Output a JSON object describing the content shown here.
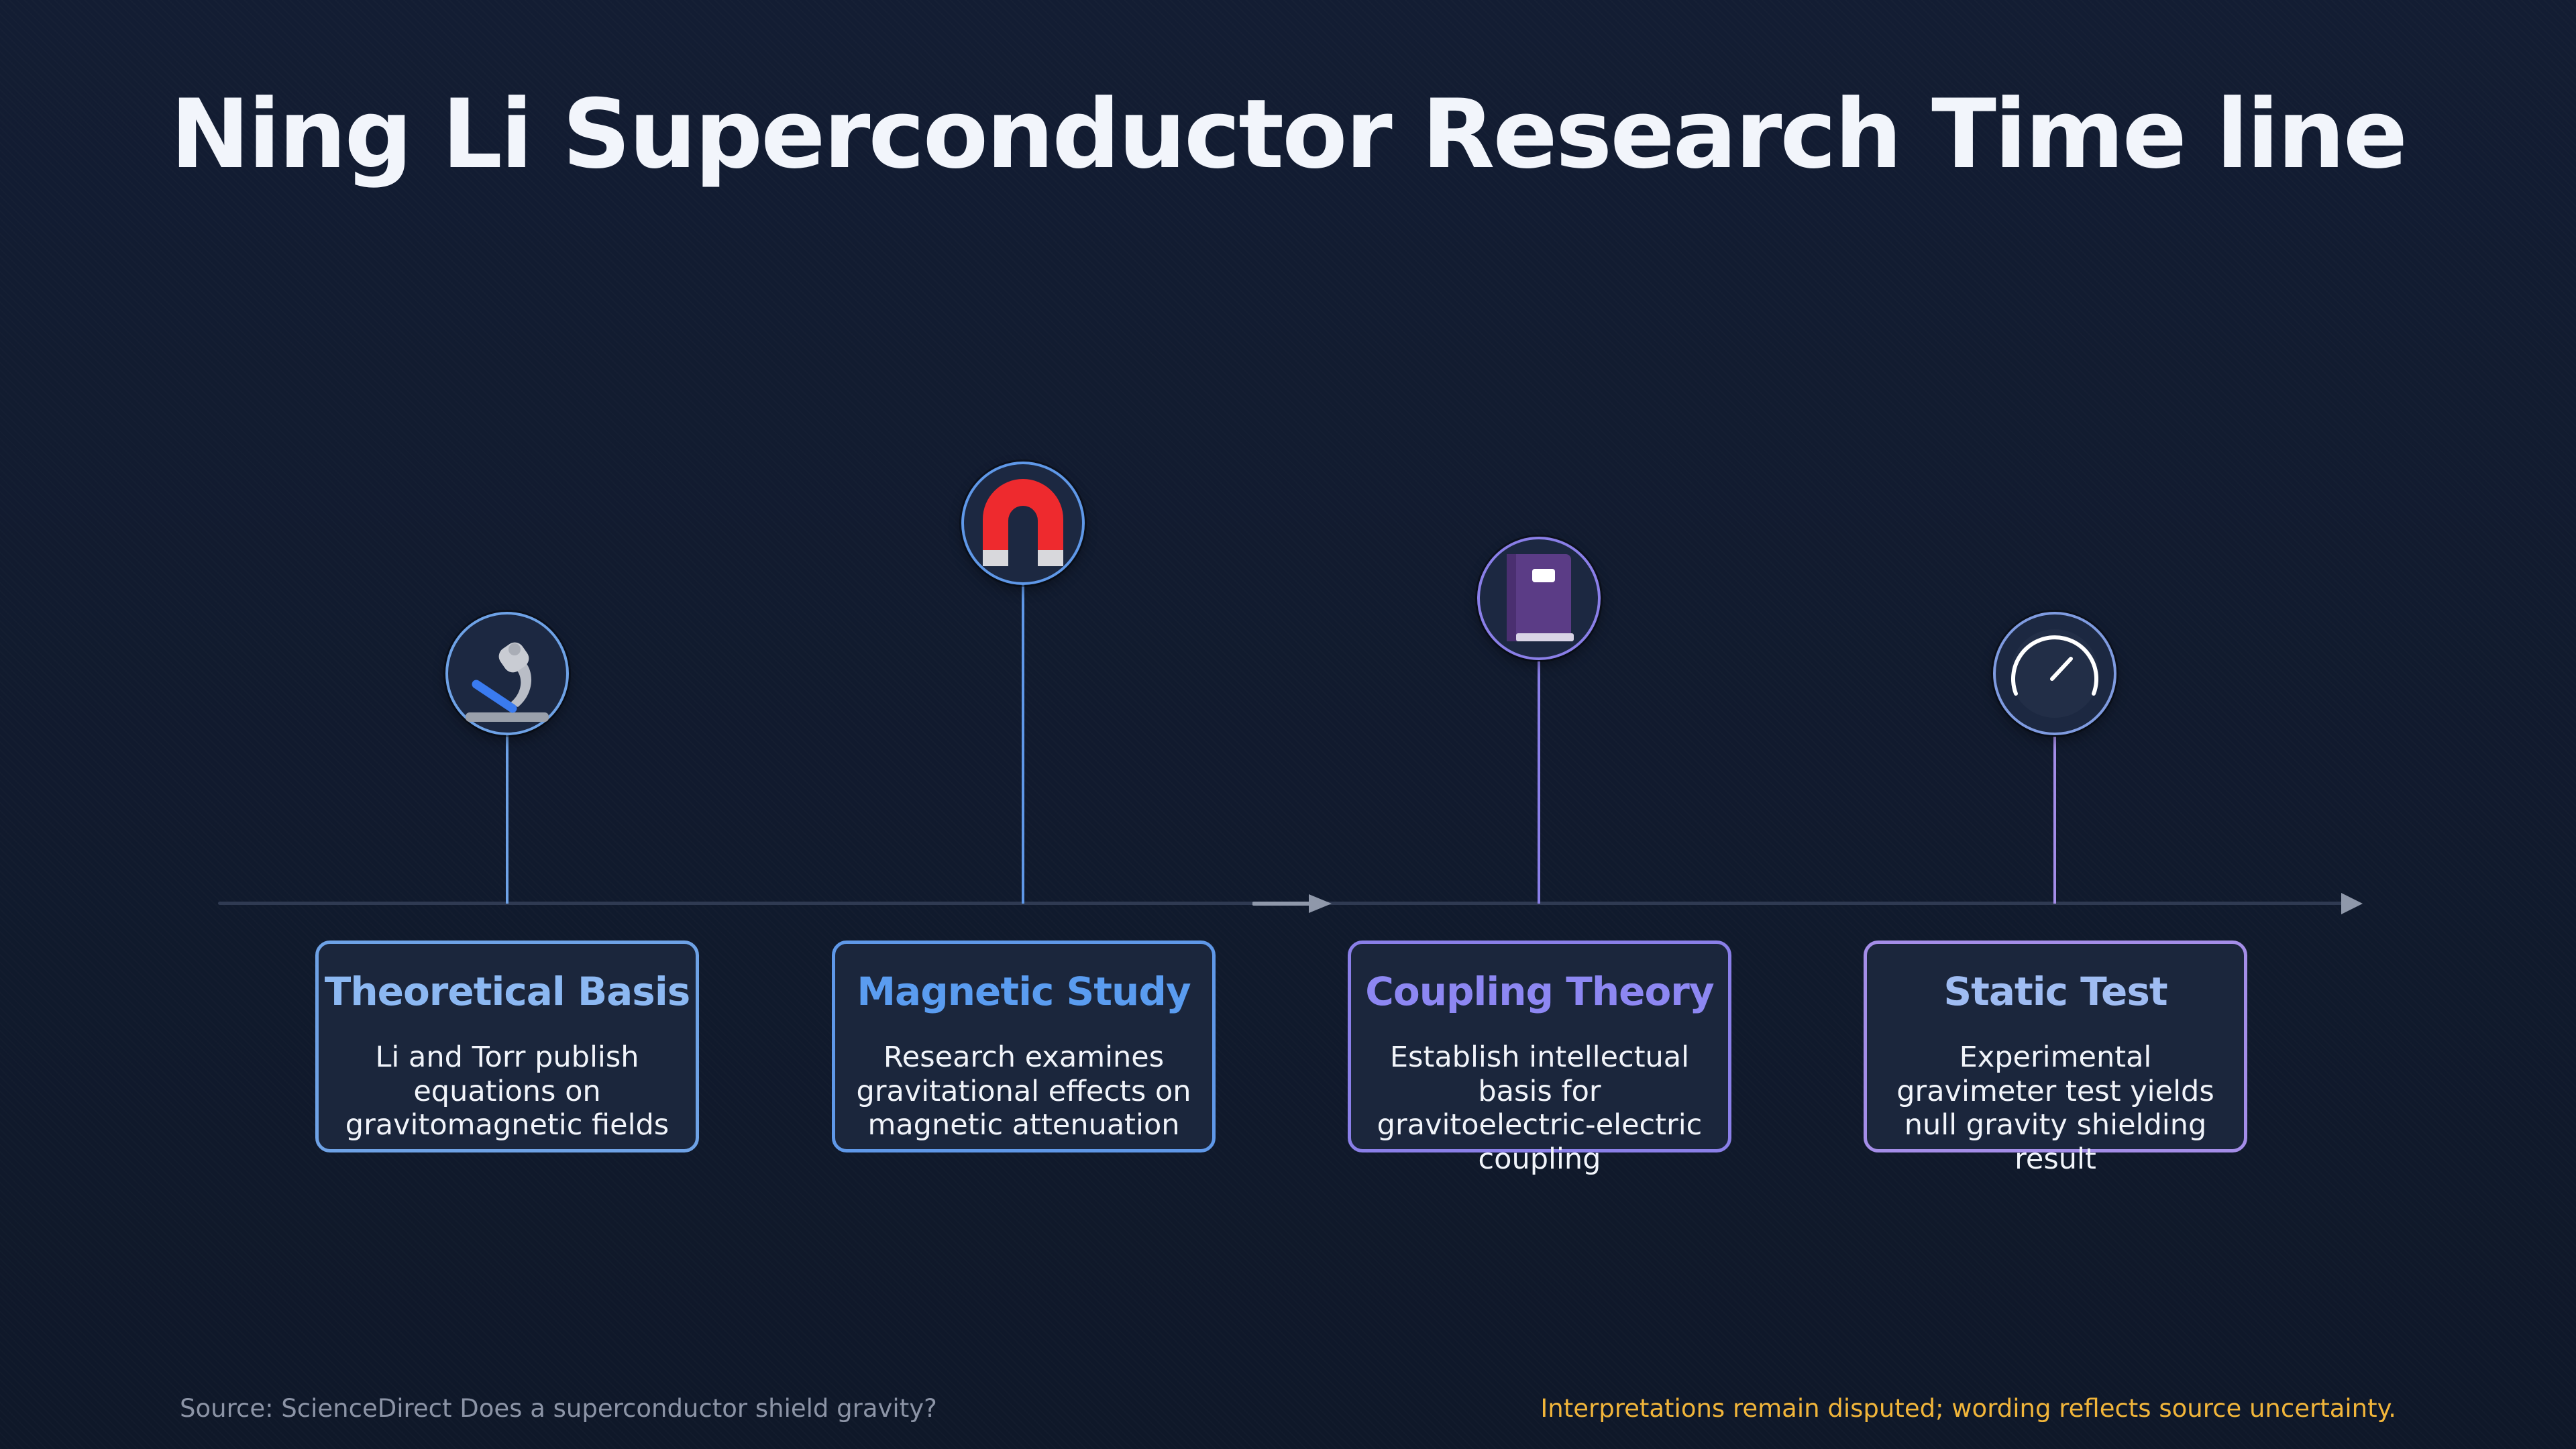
{
  "title": "Ning Li Superconductor Research Time line",
  "milestones": [
    {
      "title": "Theoretical Basis",
      "body": "Li and Torr publish equations on gravitomagnetic fields",
      "icon": "microscope-icon",
      "accent": "#6ea2e6",
      "title_color": "#8cb8f2"
    },
    {
      "title": "Magnetic Study",
      "body": "Research examines gravitational effects on magnetic attenuation",
      "icon": "magnet-icon",
      "accent": "#5f98e8",
      "title_color": "#5a9cf0"
    },
    {
      "title": "Coupling Theory",
      "body": "Establish intellectual basis for gravitoelectric-electric coupling",
      "icon": "book-icon",
      "accent": "#8a7fe8",
      "title_color": "#8d87f2"
    },
    {
      "title": "Static Test",
      "body": "Experimental gravimeter test yields null gravity shielding result",
      "icon": "gauge-icon",
      "accent": "#a48de8",
      "title_color": "#9fbcf2"
    }
  ],
  "footer": {
    "source": "Source: ScienceDirect Does a superconductor shield gravity?",
    "note": "Interpretations remain disputed; wording reflects source uncertainty."
  },
  "colors": {
    "background": "#111a2e",
    "note": "#f1b53a",
    "source": "#8c94a6"
  }
}
